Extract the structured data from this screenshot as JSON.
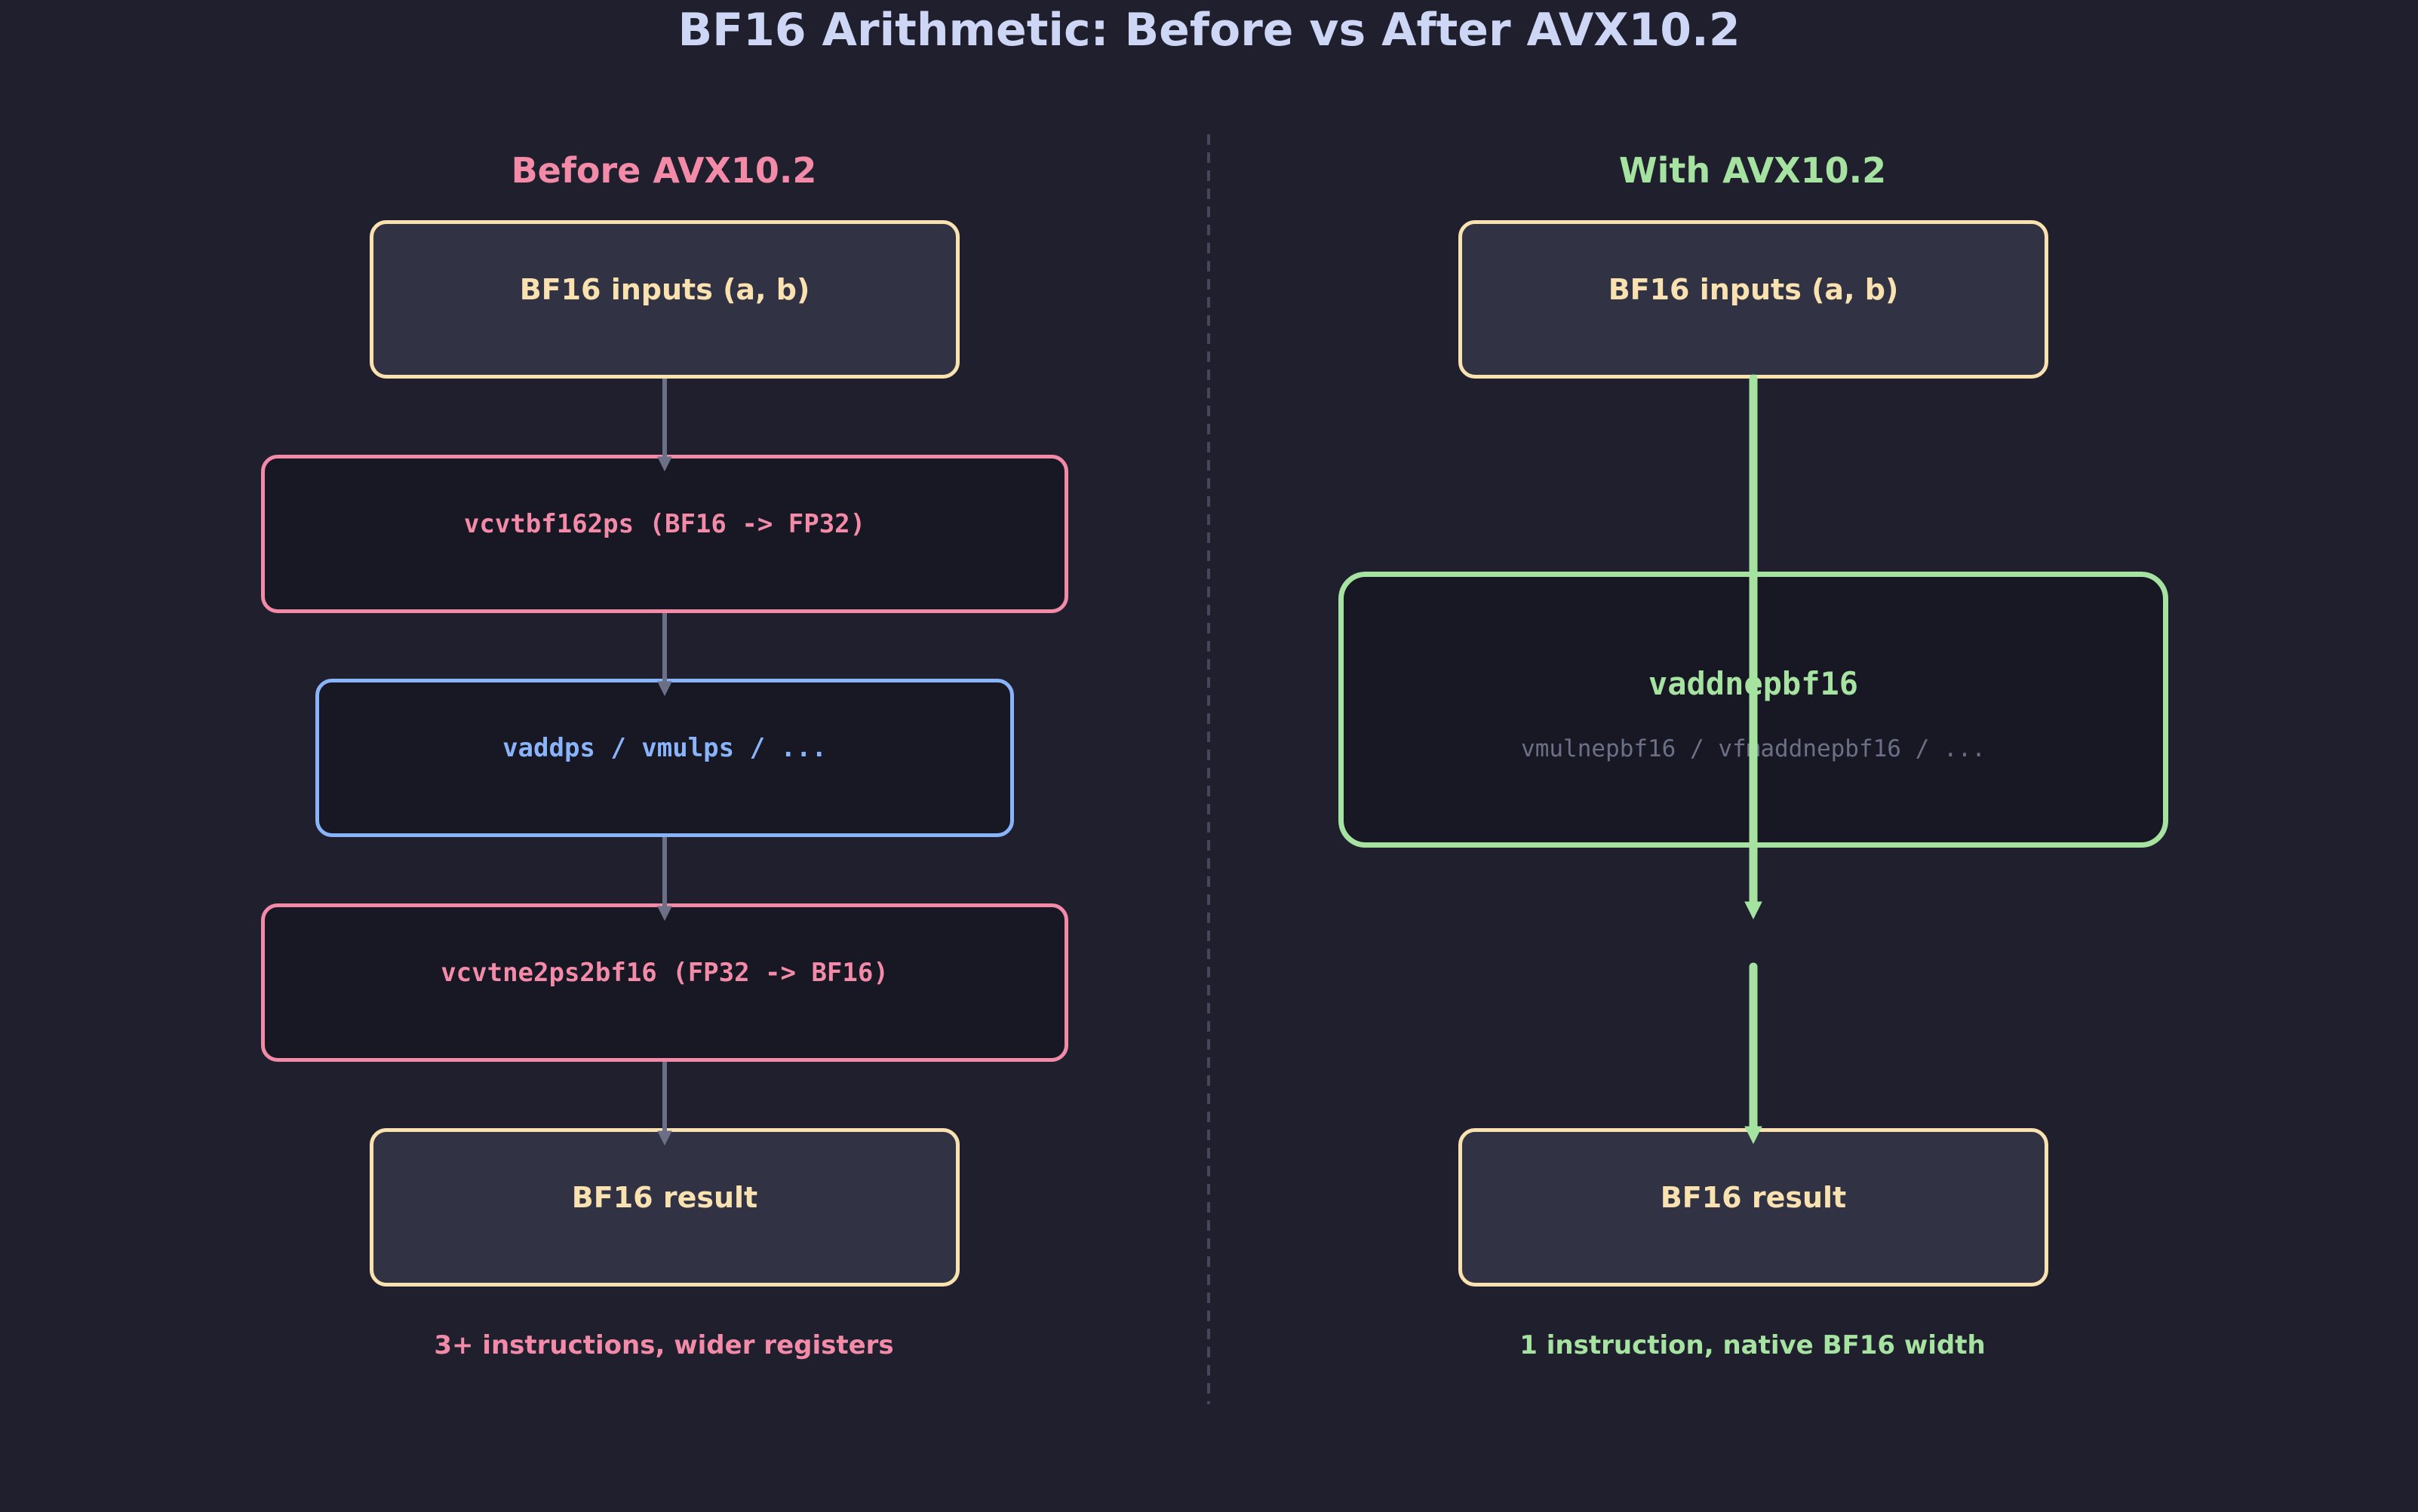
{
  "title": "BF16 Arithmetic: Before vs After AVX10.2",
  "colors": {
    "background": "#1f1f2e",
    "title": "#cdd6f4",
    "before": "#f38ba8",
    "after": "#a6e3a1",
    "io": "#f9e2af",
    "fp32_op": "#89b4fa",
    "arrow_before": "#6c7086",
    "muted": "#6c7086",
    "divider": "#45475a"
  },
  "before": {
    "heading": "Before AVX10.2",
    "input": "BF16 inputs (a, b)",
    "convert_in": "vcvtbf162ps (BF16 -> FP32)",
    "compute": "vaddps / vmulps / ...",
    "convert_out": "vcvtne2ps2bf16 (FP32 -> BF16)",
    "output": "BF16 result",
    "footer": "3+ instructions, wider registers"
  },
  "after": {
    "heading": "With AVX10.2",
    "input": "BF16 inputs (a, b)",
    "instruction": "vaddnepbf16",
    "instruction_more": "vmulnepbf16 / vfmaddnepbf16 / ...",
    "output": "BF16 result",
    "footer": "1 instruction, native BF16 width"
  }
}
